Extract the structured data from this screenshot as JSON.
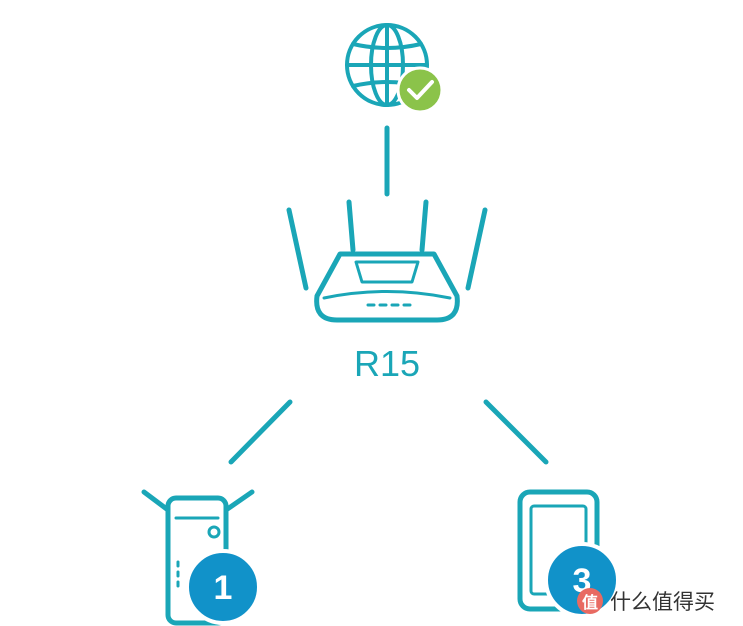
{
  "colors": {
    "line": "#1aa6b7",
    "badge": "#1192c9",
    "check": "#8bc34a",
    "watermark": "#e86a62",
    "watermark_text": "#333333"
  },
  "router": {
    "label": "R15",
    "icon": "router-icon"
  },
  "internet": {
    "icon": "globe-icon",
    "status_icon": "checkmark-icon"
  },
  "extender": {
    "icon": "extender-icon",
    "badge": "1"
  },
  "phone": {
    "icon": "phone-icon",
    "badge": "3"
  },
  "watermark": {
    "icon": "zhi-logo-icon",
    "text": "什么值得买"
  }
}
